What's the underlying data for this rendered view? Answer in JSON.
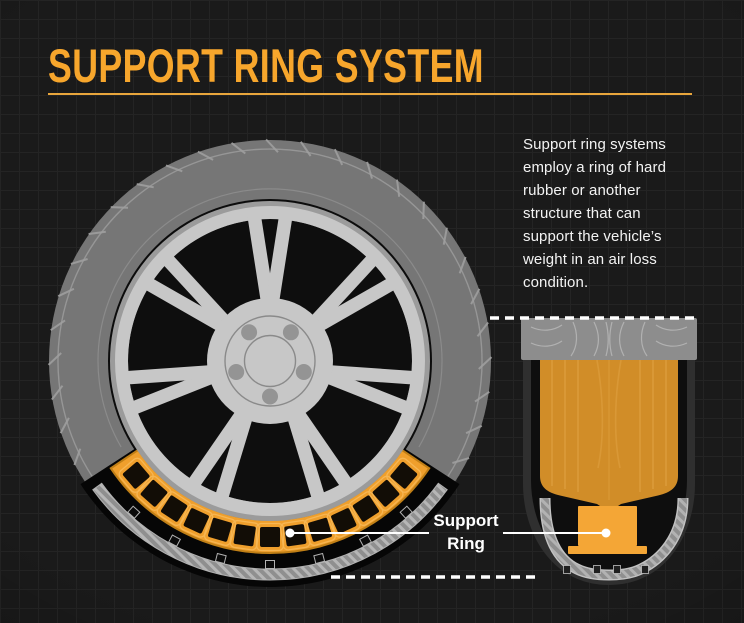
{
  "header": {
    "title": "SUPPORT RING SYSTEM"
  },
  "description": {
    "lines": [
      "Support ring systems",
      "employ a ring of hard",
      "rubber or another",
      "structure that can",
      "support the vehicle’s",
      "weight in an air loss",
      "condition."
    ]
  },
  "callout": {
    "line1": "Support",
    "line2": "Ring"
  },
  "colors": {
    "accent_orange": "#F7A62C",
    "underline_orange": "#E9A63C",
    "support_ring_orange": "#EF9F2C",
    "ring_outline_orange": "#C07F16",
    "hole_frame_orange": "#F6B653",
    "section_fill_orange": "#D18D28",
    "pedestal_orange": "#F4A636",
    "tire_gray": "#767676",
    "tread_cap_gray": "#8D8D8D",
    "wheel_gray": "#C7C7C7",
    "text_white": "#FFFFFF",
    "background": "#1A1A1A"
  }
}
